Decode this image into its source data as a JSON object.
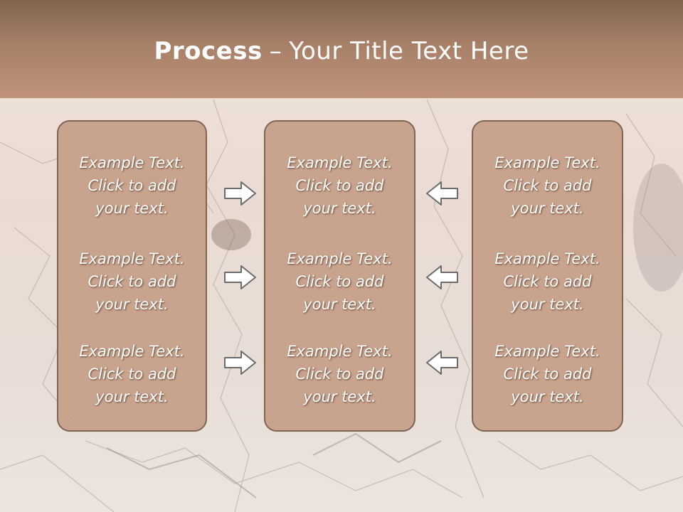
{
  "header": {
    "title_bold": "Process",
    "title_dash": "–",
    "title_rest": "Your Title Text Here"
  },
  "columns": [
    {
      "blocks": [
        {
          "line1": "Example Text.",
          "line2": "Click  to add",
          "line3": "your text."
        },
        {
          "line1": "Example Text.",
          "line2": "Click  to add",
          "line3": "your text."
        },
        {
          "line1": "Example Text.",
          "line2": "Click  to add",
          "line3": "your text."
        }
      ]
    },
    {
      "blocks": [
        {
          "line1": "Example Text.",
          "line2": "Click  to add",
          "line3": "your text."
        },
        {
          "line1": "Example Text.",
          "line2": "Click  to add",
          "line3": "your text."
        },
        {
          "line1": "Example Text.",
          "line2": "Click  to add",
          "line3": "your text."
        }
      ]
    },
    {
      "blocks": [
        {
          "line1": "Example Text.",
          "line2": "Click  to add",
          "line3": "your text."
        },
        {
          "line1": "Example Text.",
          "line2": "Click  to add",
          "line3": "your text."
        },
        {
          "line1": "Example Text.",
          "line2": "Click  to add",
          "line3": "your text."
        }
      ]
    }
  ],
  "icons": {
    "left_arrows": "arrow-right-icon",
    "right_arrows": "arrow-left-icon"
  },
  "colors": {
    "header_dark": "#80644e",
    "header_light": "#c0937b",
    "box_fill": "#c59e88",
    "box_border": "#7f6454",
    "text": "#ffffff"
  }
}
